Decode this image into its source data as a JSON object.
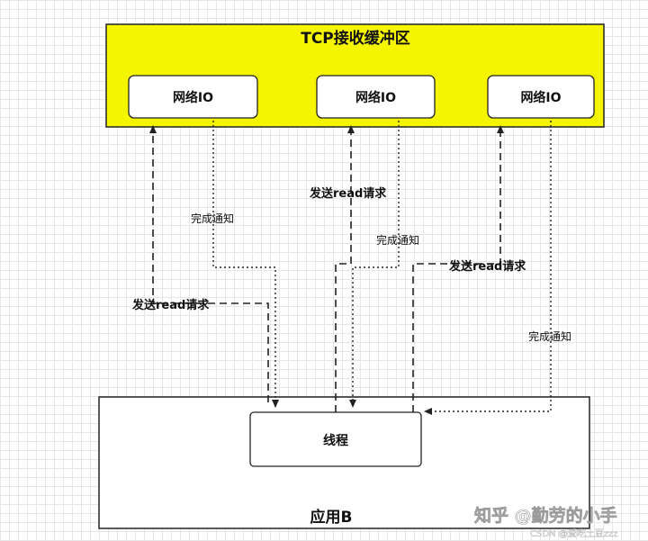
{
  "tcp_buffer": {
    "title": "TCP接收缓冲区",
    "fill": "#f5f500"
  },
  "network_io": [
    {
      "label": "网络IO"
    },
    {
      "label": "网络IO"
    },
    {
      "label": "网络IO"
    }
  ],
  "application": {
    "title": "应用B"
  },
  "thread": {
    "label": "线程"
  },
  "edge_labels": {
    "send_read_left": "发送read请求",
    "notify_left": "完成通知",
    "send_read_middle": "发送read请求",
    "notify_middle": "完成通知",
    "send_read_right": "发送read请求",
    "notify_right": "完成通知"
  },
  "watermark": {
    "main": "知乎 @勤劳的小手",
    "sub": "CSDN @爱吃土豆zzz"
  }
}
